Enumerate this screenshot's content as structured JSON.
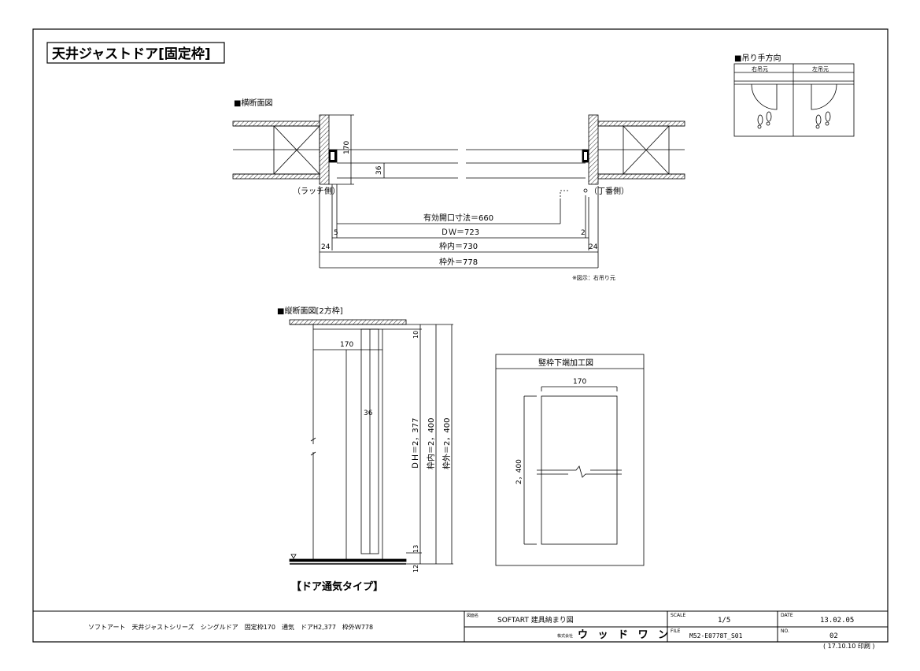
{
  "title": "天井ジャストドア[固定枠]",
  "swing": {
    "heading": "■吊り手方向",
    "right": "右吊元",
    "left": "左吊元"
  },
  "horizontal": {
    "heading": "■横断面図",
    "latch_side": "（ラッチ側）",
    "hinge_side": "（丁番側）",
    "dim_170": "170",
    "dim_36": "36",
    "effective_opening": "有効開口寸法＝660",
    "dw": "ＤＷ＝723",
    "frame_inner": "枠内＝730",
    "frame_outer": "枠外＝778",
    "dim_5": "5",
    "dim_2": "2",
    "dim_24_left": "24",
    "dim_24_right": "24",
    "note": "※図示：右吊り元"
  },
  "vertical": {
    "heading": "■縦断面図[2方枠]",
    "dim_170": "170",
    "dim_36": "36",
    "dim_10": "10",
    "dim_13": "13",
    "dim_12": "12",
    "dh": "ＤＨ＝2，377",
    "frame_inner": "枠内＝2，400",
    "frame_outer": "枠外＝2，400",
    "type_label": "【ドア通気タイプ】"
  },
  "detail": {
    "heading": "竪枠下端加工図",
    "dim_170": "170",
    "dim_2400": "2，400"
  },
  "title_block": {
    "description": "ソフトアート　天井ジャストシリーズ　シングルドア　固定枠170　通気　ドアH2,377　枠外W778",
    "drawing_name_label": "図面名",
    "drawing_name": "SOFTART 建具納まり図",
    "company_prefix": "株式会社",
    "company": "ウ ッ ド ワ ン",
    "scale_label": "SCALE",
    "scale": "1/5",
    "file_label": "FILE",
    "file": "M52-E0778T_S01",
    "date_label": "DATE",
    "date": "13.02.05",
    "no_label": "NO.",
    "no": "02",
    "print_date": "( 17.10.10 印刷 )"
  }
}
